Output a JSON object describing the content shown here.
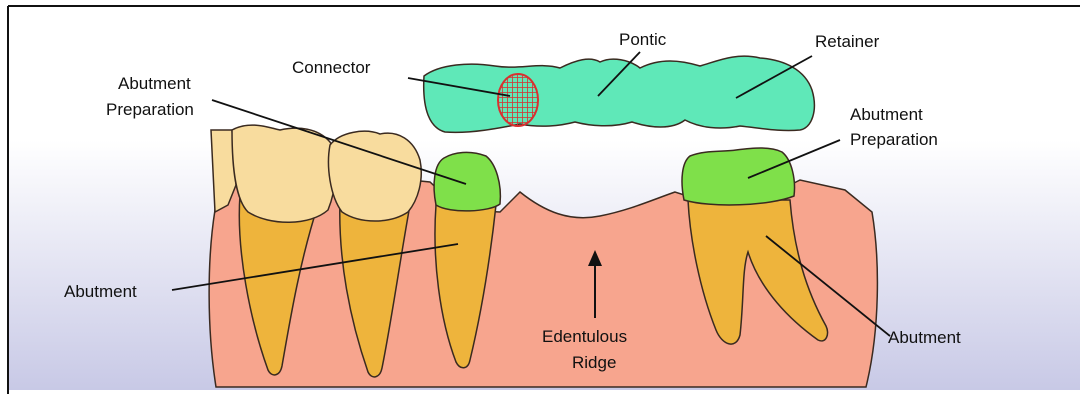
{
  "colors": {
    "gum": "#f7a58e",
    "crown": "#f8dc9e",
    "root": "#eeb43c",
    "preparation": "#7fe04a",
    "bridge": "#5fe8b8",
    "connector_ring": "#d83030",
    "background_top": "#ffffff",
    "background_bottom": "#c8c9e6"
  },
  "labels": {
    "connector": "Connector",
    "pontic": "Pontic",
    "retainer": "Retainer",
    "abutment_prep_left": [
      "Abutment",
      "Preparation"
    ],
    "abutment_prep_right": [
      "Abutment",
      "Preparation"
    ],
    "abutment_left": "Abutment",
    "abutment_right": "Abutment",
    "edentulous_ridge": [
      "Edentulous",
      "Ridge"
    ]
  }
}
